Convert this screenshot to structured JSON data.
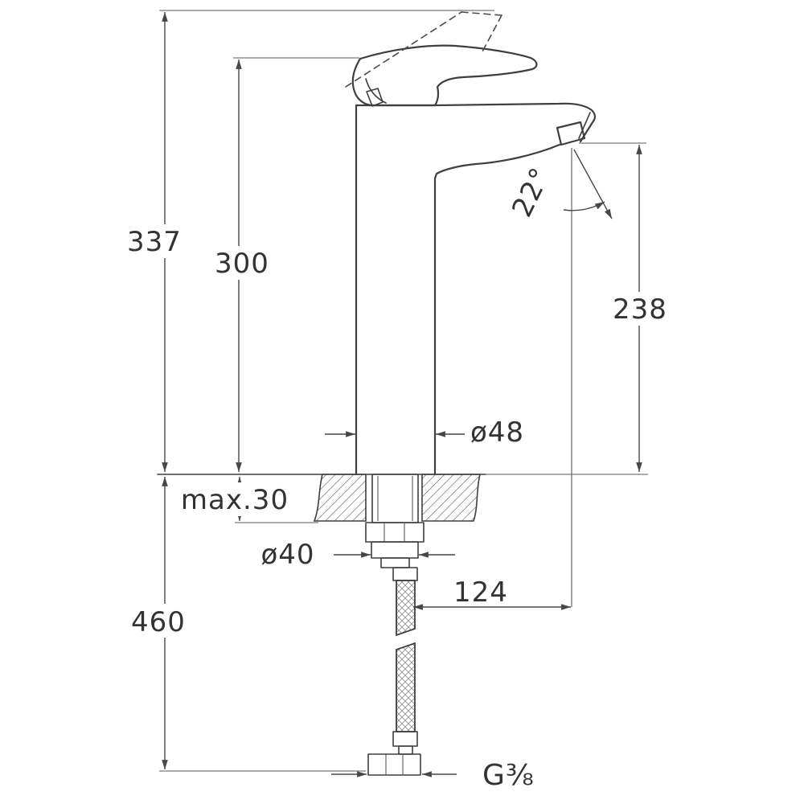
{
  "drawing": {
    "type": "technical-dimension-drawing",
    "subject": "single-lever tall basin mixer tap, side view with installation dimensions",
    "colors": {
      "line": "#3f3f3f",
      "text": "#333333",
      "background": "#ffffff"
    },
    "labels": {
      "overall_height": "337",
      "height_above_deck": "300",
      "outlet_height": "238",
      "outlet_angle": "22°",
      "body_diameter": "ø48",
      "max_deck_thickness": "max.30",
      "shank_diameter": "ø40",
      "spout_reach": "124",
      "hose_length": "460",
      "connection_thread": "G⅜"
    }
  }
}
